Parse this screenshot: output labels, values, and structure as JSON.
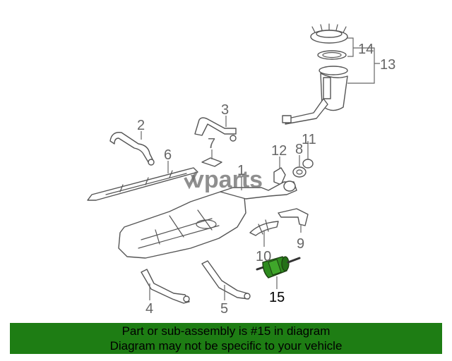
{
  "watermark": "vparts",
  "callouts": {
    "c1": "1",
    "c2": "2",
    "c3": "3",
    "c4": "4",
    "c5": "5",
    "c6": "6",
    "c7": "7",
    "c8": "8",
    "c9": "9",
    "c10": "10",
    "c11": "11",
    "c12": "12",
    "c13": "13",
    "c14": "14",
    "c15": "15"
  },
  "banner": {
    "line1": "Part or sub-assembly is #15 in diagram",
    "line2": "Diagram may not be specific to your vehicle"
  },
  "colors": {
    "banner": "#1e7d14",
    "highlight_part": "#2e8b1e",
    "line_art": "#555555"
  }
}
